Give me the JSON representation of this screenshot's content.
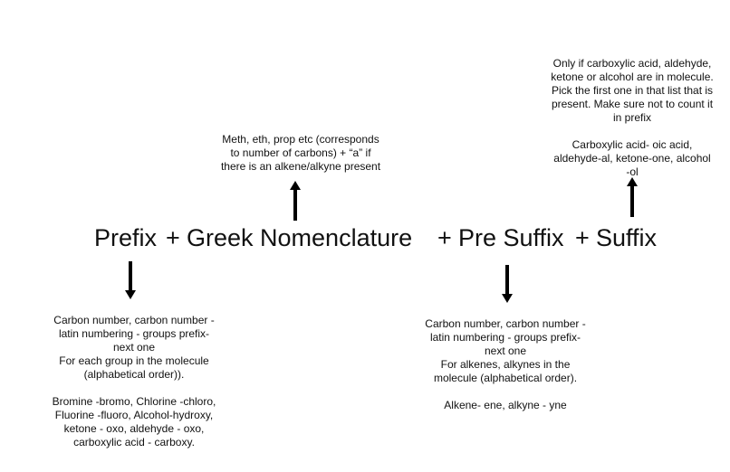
{
  "formula": {
    "prefix": "Prefix",
    "plus_1": "+",
    "greek": "Greek Nomenclature",
    "plus_2": "+",
    "pre_suffix": "Pre Suffix",
    "plus_3": "+",
    "suffix": "Suffix"
  },
  "notes": {
    "greek": "Meth, eth, prop etc (corresponds\nto number of carbons) + “a” if\nthere is an alkene/alkyne present",
    "suffix": "Only if carboxylic acid, aldehyde,\nketone or alcohol are in molecule.\nPick the first one in that list that is\npresent. Make sure not to count it\nin prefix\n\nCarboxylic acid- oic acid,\naldehyde-al, ketone-one, alcohol\n-ol",
    "prefix": "Carbon number, carbon number -\nlatin numbering - groups prefix-\nnext one\nFor each group in the molecule\n(alphabetical order)).\n\nBromine -bromo, Chlorine -chloro,\nFluorine -fluoro, Alcohol-hydroxy,\nketone - oxo, aldehyde - oxo,\ncarboxylic acid - carboxy.",
    "pre_suffix": "Carbon number, carbon number -\nlatin numbering - groups prefix-\nnext one\nFor alkenes, alkynes in the\nmolecule (alphabetical order).\n\nAlkene- ene, alkyne - yne"
  },
  "colors": {
    "text": "#111111",
    "arrow": "#000000",
    "background": "#ffffff"
  }
}
